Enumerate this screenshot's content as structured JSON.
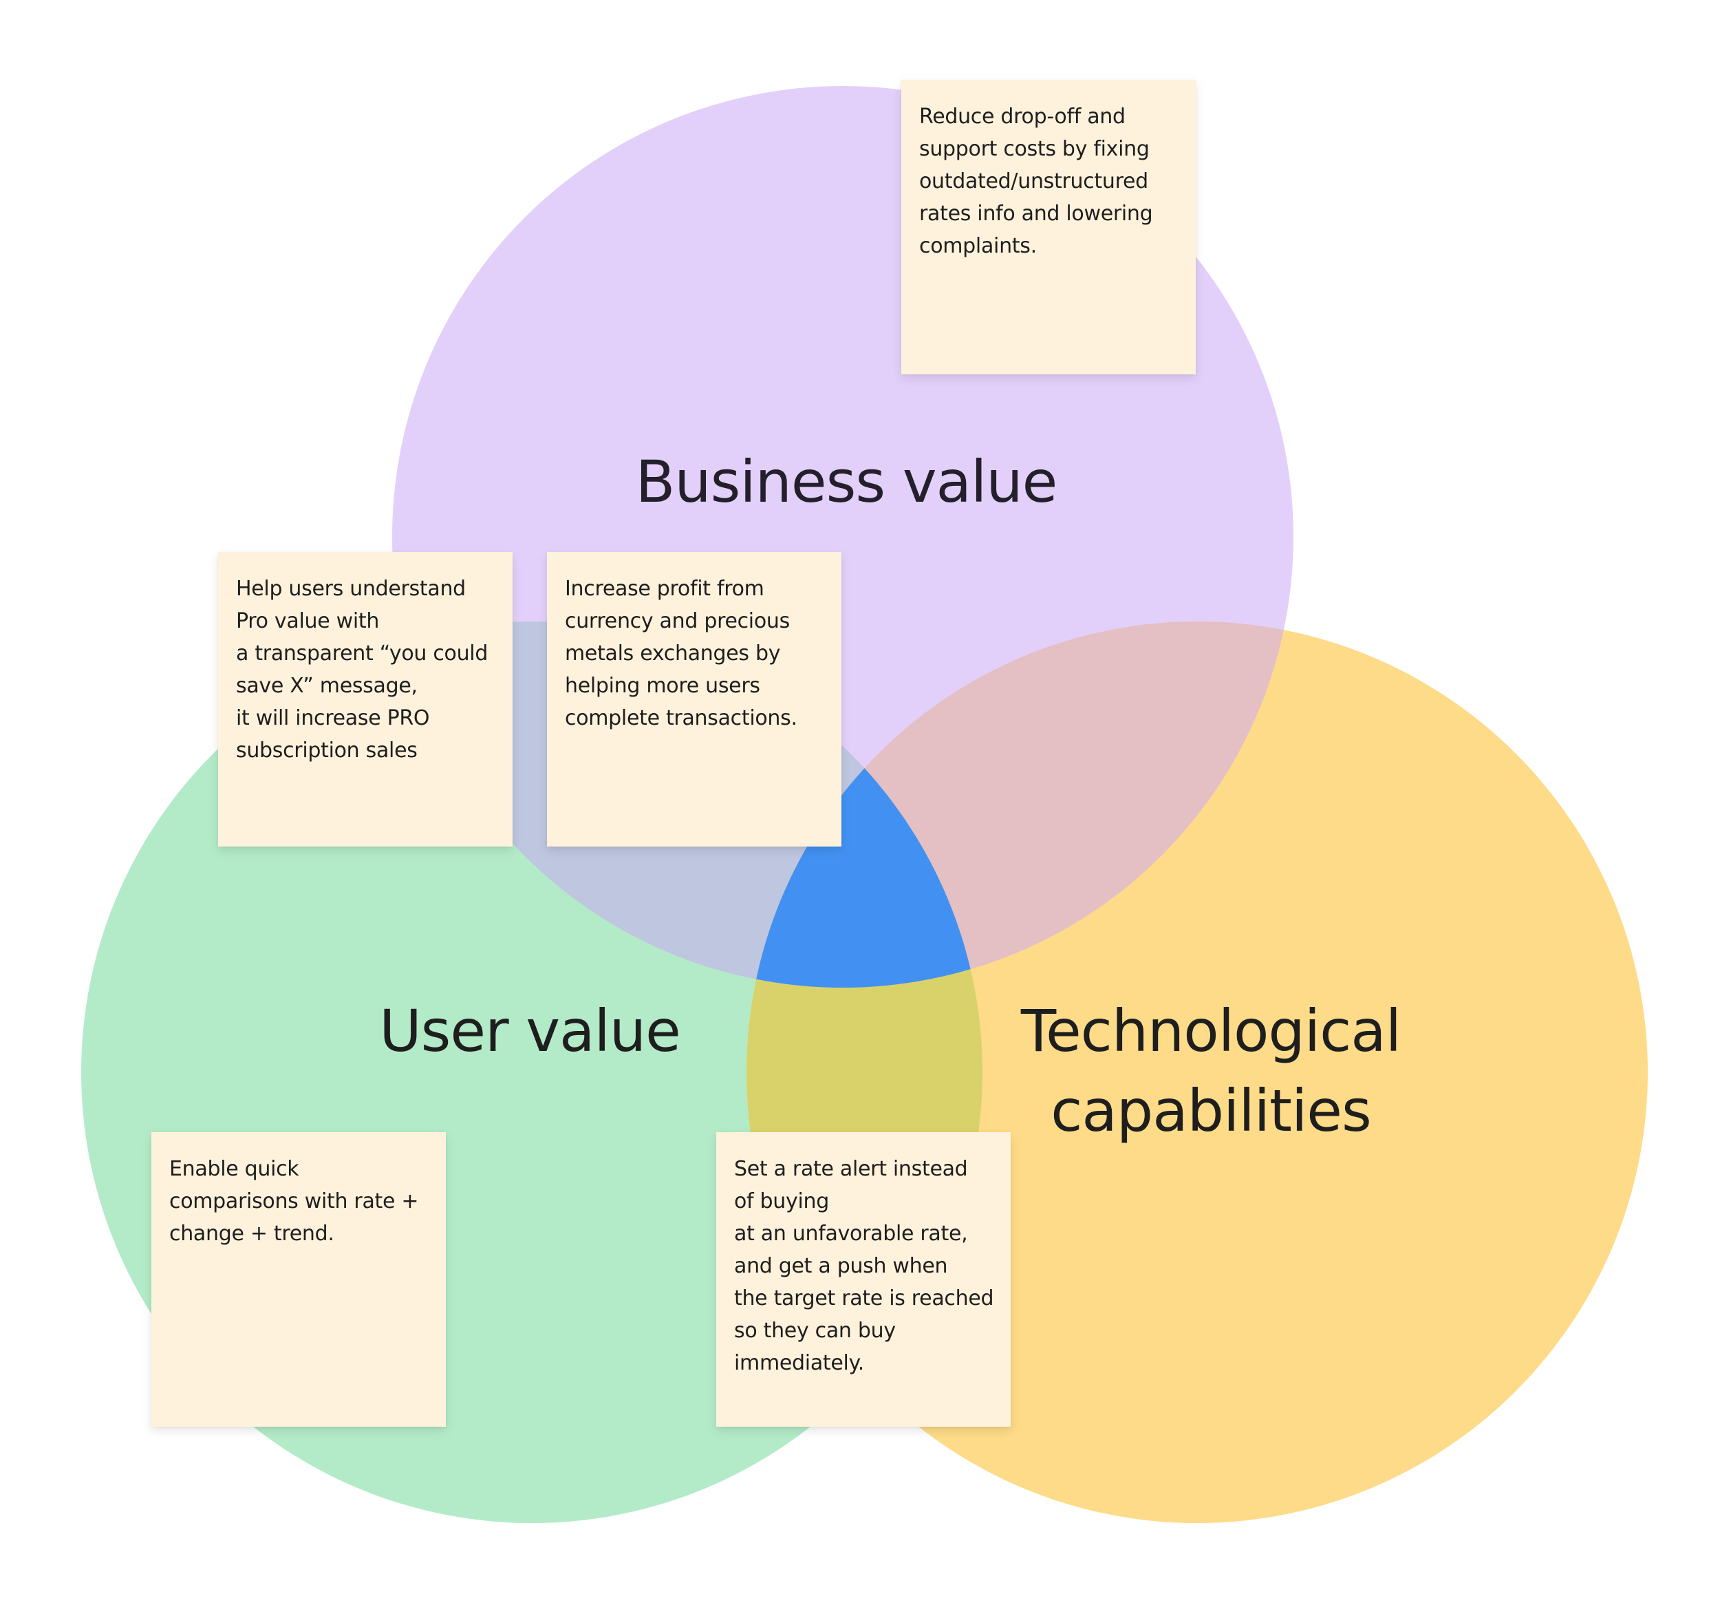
{
  "colors": {
    "background": "#ffffff",
    "business_circle": "#e3d0fa",
    "user_circle": "#b3ebc8",
    "tech_circle": "#fddb88",
    "business_user_overlap": "#bec6e0",
    "business_tech_overlap": "#e4bfc3",
    "user_tech_overlap": "#d9d26b",
    "center_overlap": "#4291f2",
    "sticky_note": "#fef2dc",
    "text": "#1e1e1e"
  },
  "circles": {
    "business": {
      "label": "Business value"
    },
    "user": {
      "label": "User value"
    },
    "tech": {
      "label": "Technological\ncapabilities"
    }
  },
  "notes": {
    "reduce_dropoff": "Reduce drop-off and\nsupport costs by fixing\noutdated/unstructured\nrates info and lowering\ncomplaints.",
    "pro_value": "Help users understand\nPro value with\na transparent “you could\nsave X” message,\nit will increase PRO\nsubscription sales",
    "increase_profit": "Increase profit from\ncurrency and precious\nmetals exchanges by\nhelping more users\ncomplete transactions.",
    "quick_comparisons": "Enable quick\ncomparisons with rate +\nchange + trend.",
    "rate_alert": "Set a rate alert instead\nof buying\nat an unfavorable rate,\nand get a push when\nthe target rate is reached\nso they can buy\nimmediately."
  }
}
